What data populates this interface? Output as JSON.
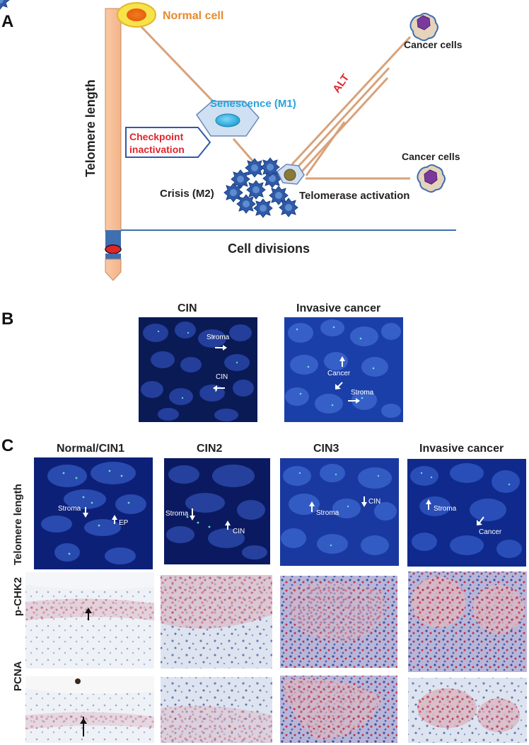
{
  "panel_a": {
    "letter": "A",
    "y_axis_label": "Telomere length",
    "x_axis_label": "Cell divisions",
    "normal_cell": "Normal cell",
    "senescence": "Senescence (M1)",
    "checkpoint_line1": "Checkpoint",
    "checkpoint_line2": "inactivation",
    "crisis": "Crisis (M2)",
    "alt": "ALT",
    "cancer_cells_top": "Cancer cells",
    "cancer_cells_mid": "Cancer cells",
    "telomerase": "Telomerase activation",
    "colors": {
      "orange_text": "#e8892a",
      "senescence_text": "#2aa3d8",
      "checkpoint_text": "#e0252b",
      "alt_text": "#e0252b",
      "line": "#d9a27a",
      "axis_blue": "#3e6fb0",
      "cell_blue": "#2e5aa8"
    }
  },
  "panel_b": {
    "letter": "B",
    "title_left": "CIN",
    "title_right": "Invasive cancer",
    "left_labels": {
      "stroma": "Stroma",
      "cin": "CIN"
    },
    "right_labels": {
      "cancer": "Cancer",
      "stroma": "Stroma"
    }
  },
  "panel_c": {
    "letter": "C",
    "columns": [
      "Normal/CIN1",
      "CIN2",
      "CIN3",
      "Invasive cancer"
    ],
    "rows": [
      "Telomere length",
      "p-CHK2",
      "PCNA"
    ],
    "fish_labels": {
      "col1": {
        "stroma": "Stroma",
        "ep": "EP"
      },
      "col2": {
        "stroma": "Stroma",
        "cin": "CIN"
      },
      "col3": {
        "stroma": "Stroma",
        "cin": "CIN"
      },
      "col4": {
        "stroma": "Stroma",
        "cancer": "Cancer"
      }
    }
  }
}
